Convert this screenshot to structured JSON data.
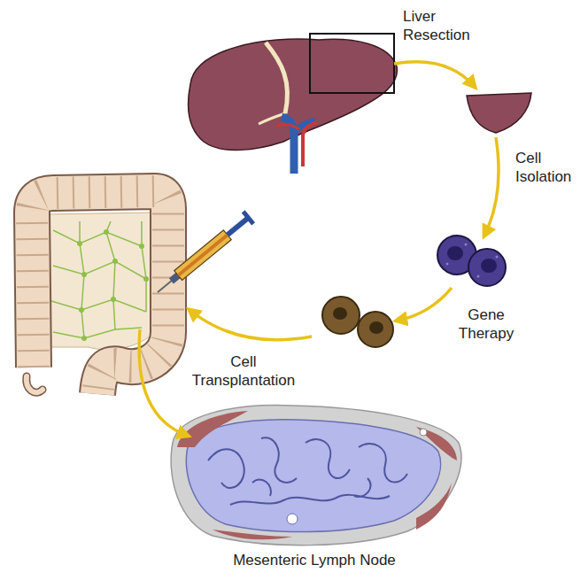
{
  "diagram": {
    "labels": [
      "Liver Resection",
      "Cell Isolation",
      "Gene Therapy",
      "Cell Transplantation",
      "Mesenteric Lymph Node"
    ]
  }
}
